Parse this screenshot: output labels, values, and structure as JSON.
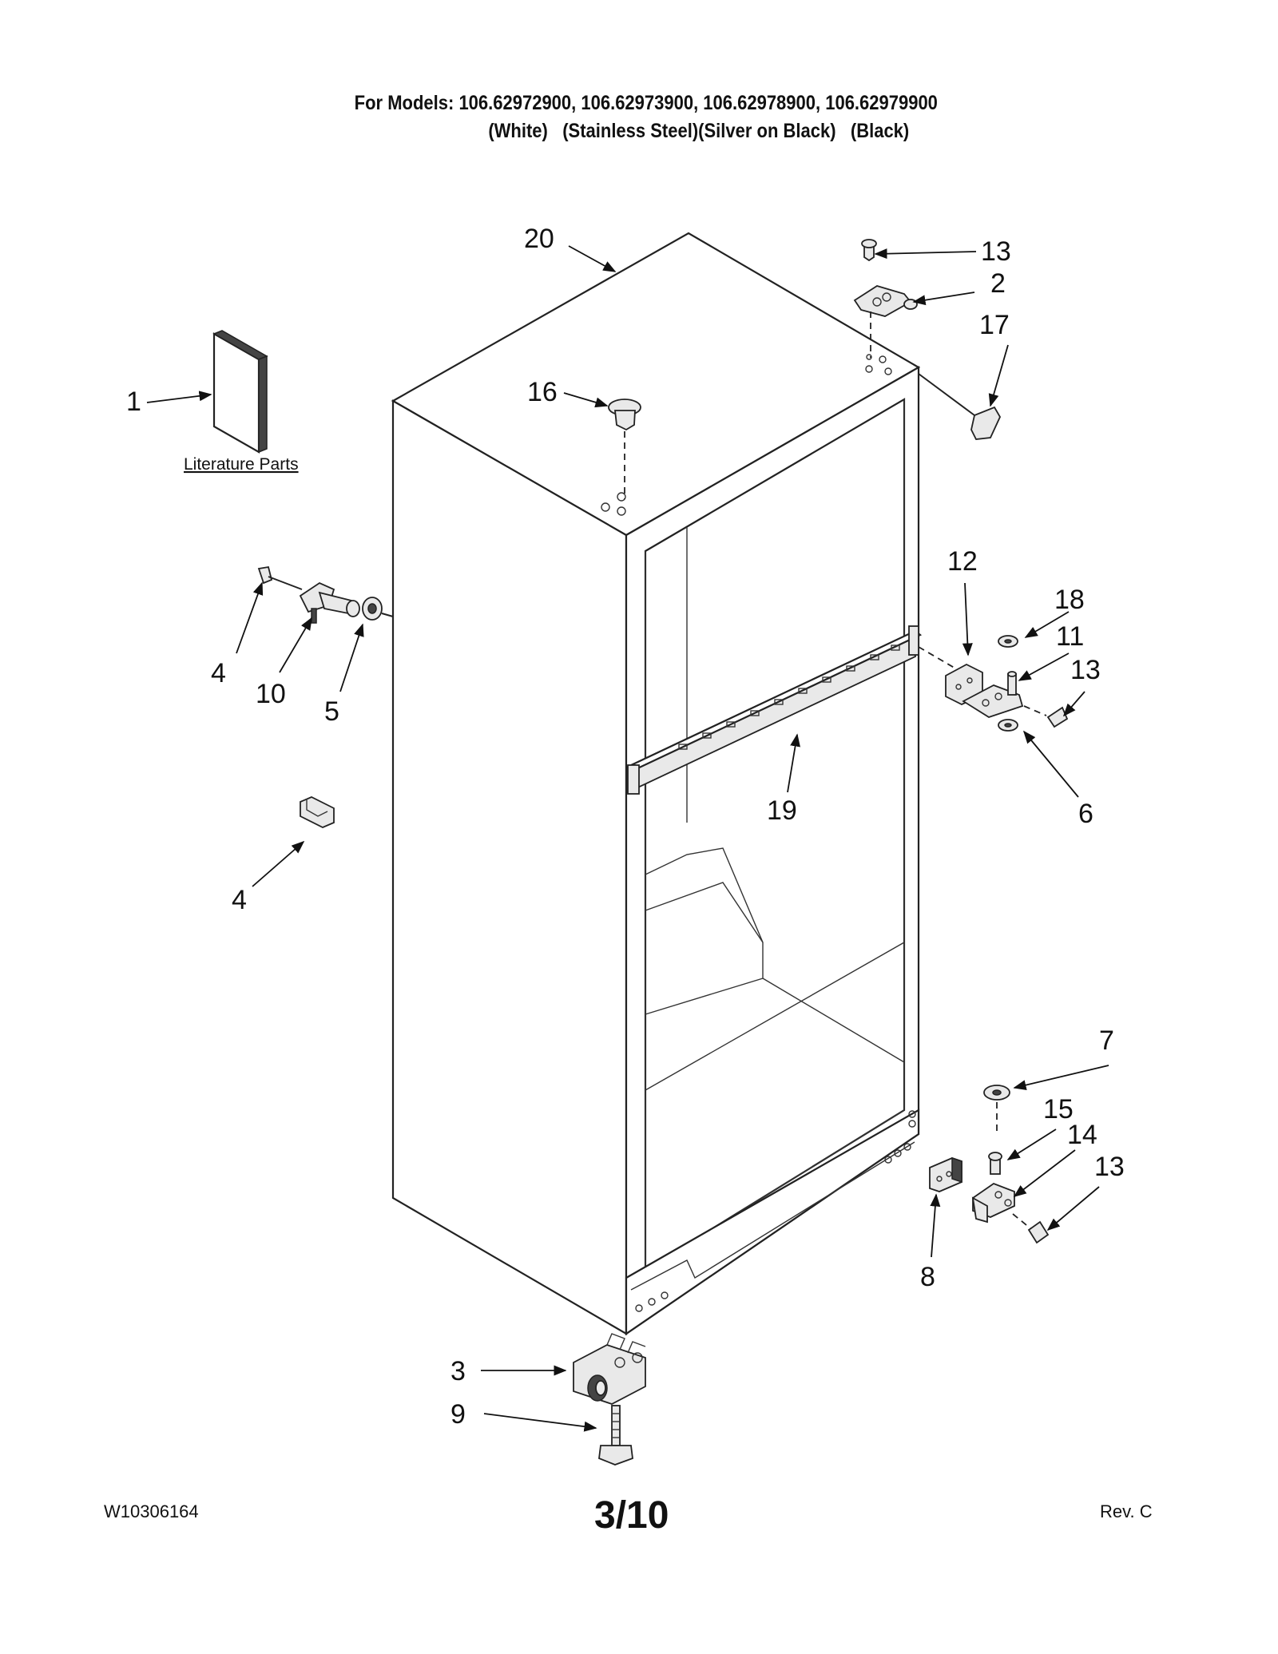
{
  "header": {
    "models_line": "For Models: 106.62972900, 106.62973900, 106.62978900, 106.62979900",
    "finish_line": "(White)   (Stainless Steel)(Silver on Black)   (Black)"
  },
  "literature": {
    "label": "Literature Parts"
  },
  "callouts": {
    "c1": "1",
    "c2": "2",
    "c3": "3",
    "c4a": "4",
    "c4b": "4",
    "c5": "5",
    "c6": "6",
    "c7": "7",
    "c8": "8",
    "c9": "9",
    "c10": "10",
    "c11": "11",
    "c12": "12",
    "c13a": "13",
    "c13b": "13",
    "c13c": "13",
    "c14": "14",
    "c15": "15",
    "c16": "16",
    "c17": "17",
    "c18": "18",
    "c19": "19",
    "c20": "20"
  },
  "footer": {
    "doc_number": "W10306164",
    "page": "3/10",
    "revision": "Rev. C"
  }
}
